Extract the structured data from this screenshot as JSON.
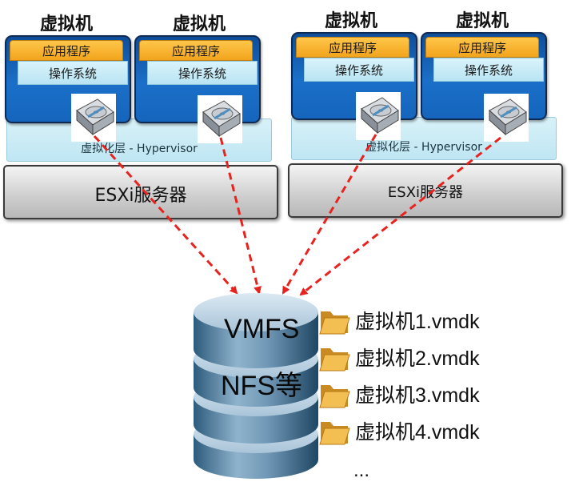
{
  "servers": [
    {
      "vms": [
        {
          "title": "虚拟机",
          "app": "应用程序",
          "os": "操作系统"
        },
        {
          "title": "虚拟机",
          "app": "应用程序",
          "os": "操作系统"
        }
      ],
      "hypervisor": "虚拟化层 - Hypervisor",
      "esxi": "ESXi服务器"
    },
    {
      "vms": [
        {
          "title": "虚拟机",
          "app": "应用程序",
          "os": "操作系统"
        },
        {
          "title": "虚拟机",
          "app": "应用程序",
          "os": "操作系统"
        }
      ],
      "hypervisor": "虚拟化层 - Hypervisor",
      "esxi": "ESXi服务器"
    }
  ],
  "datastore": {
    "line1": "VMFS",
    "line2": "NFS等"
  },
  "files": [
    "虚拟机1.vmdk",
    "虚拟机2.vmdk",
    "虚拟机3.vmdk",
    "虚拟机4.vmdk"
  ],
  "files_more": "...",
  "icons": {
    "disk": "hard-disk-icon",
    "folder": "folder-icon",
    "datastore": "database-cylinder-icon"
  },
  "colors": {
    "vm_blue": "#1b6fc8",
    "app_orange": "#f2a41c",
    "os_cyan": "#c9ecf7",
    "arrow_red": "#e8231f",
    "disk_blue": "#4f8fc0"
  }
}
